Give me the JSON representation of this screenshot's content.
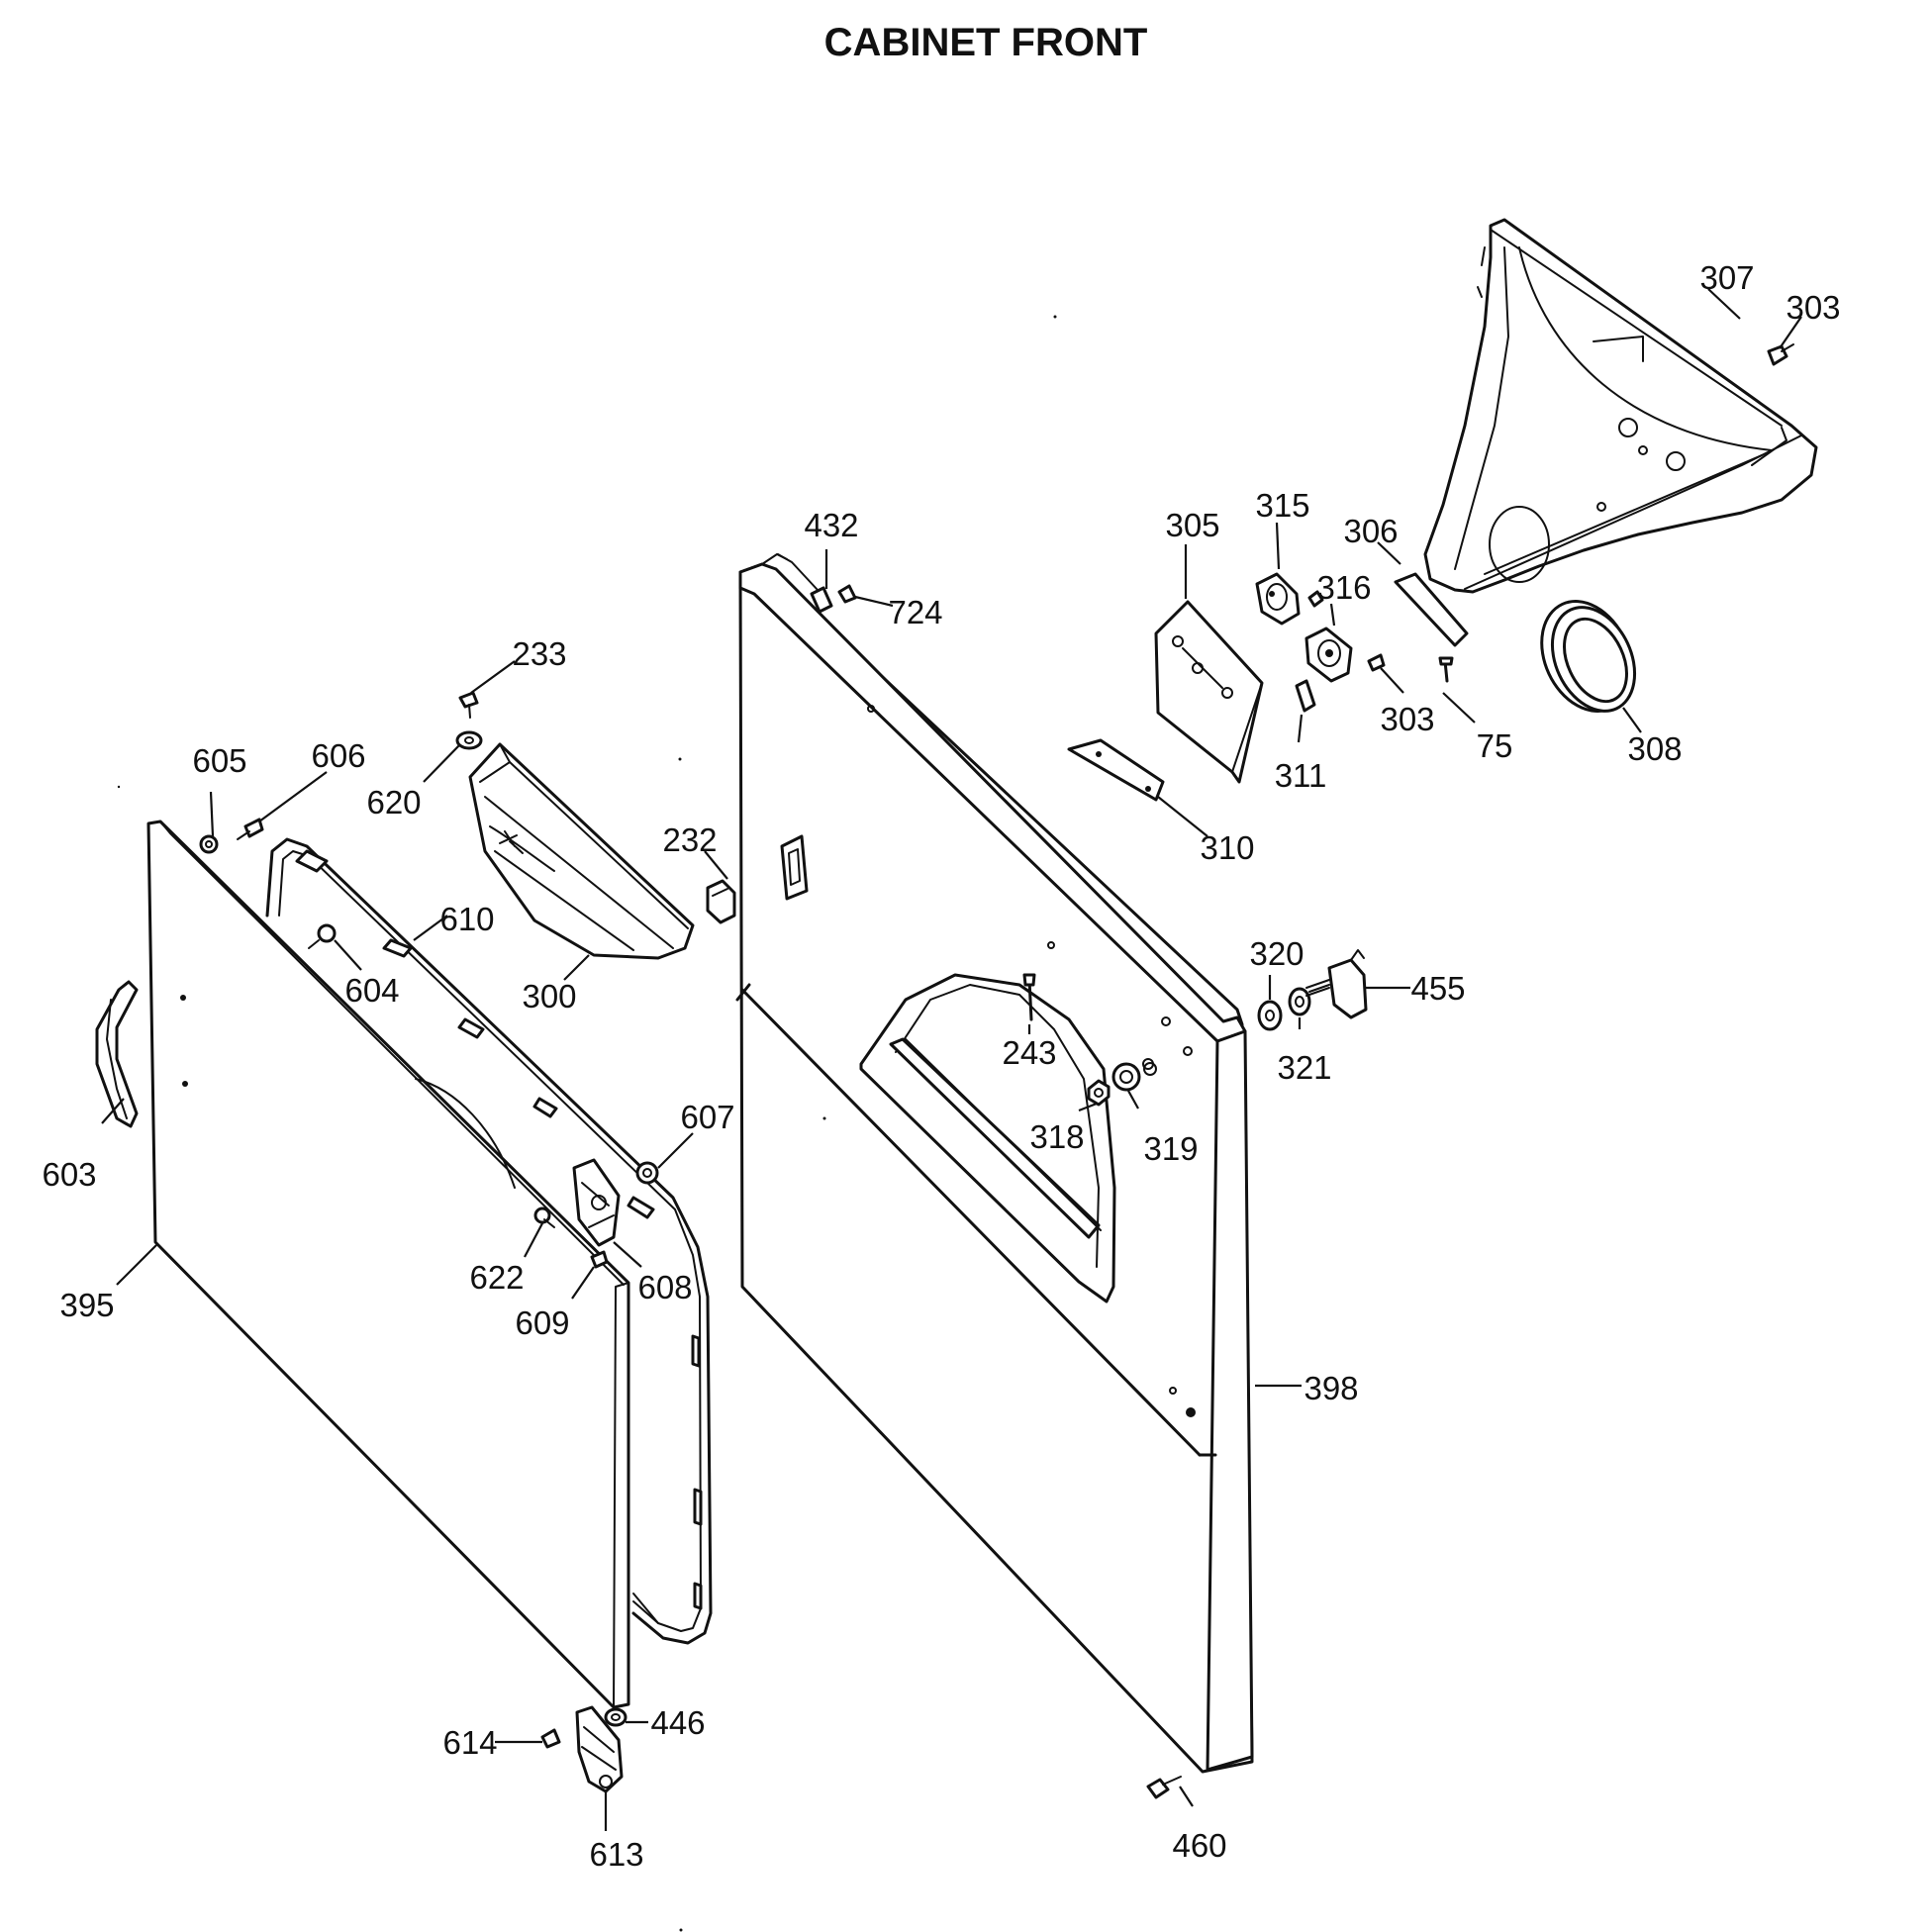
{
  "title": "CABINET FRONT",
  "callouts": {
    "c75": "75",
    "c232": "232",
    "c233": "233",
    "c243": "243",
    "c300": "300",
    "c303a": "303",
    "c303b": "303",
    "c305": "305",
    "c306": "306",
    "c307": "307",
    "c308": "308",
    "c310": "310",
    "c311": "311",
    "c315": "315",
    "c316": "316",
    "c318": "318",
    "c319": "319",
    "c320": "320",
    "c321": "321",
    "c395": "395",
    "c398": "398",
    "c432": "432",
    "c446": "446",
    "c455": "455",
    "c460": "460",
    "c603": "603",
    "c604": "604",
    "c605": "605",
    "c606": "606",
    "c607": "607",
    "c608": "608",
    "c609": "609",
    "c610": "610",
    "c613": "613",
    "c614": "614",
    "c620": "620",
    "c622": "622",
    "c724": "724"
  }
}
